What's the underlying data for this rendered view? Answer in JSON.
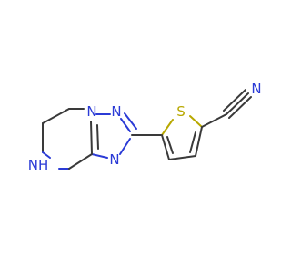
{
  "molecule": {
    "atoms": {
      "s1": {
        "label": "S",
        "color": "#b8a800"
      },
      "n_nitrile": {
        "label": "N",
        "color": "#2b3bd6"
      },
      "n_top": {
        "label": "N",
        "color": "#2b3bd6"
      },
      "n_bridge": {
        "label": "N",
        "color": "#2b3bd6"
      },
      "n_bottom": {
        "label": "N",
        "color": "#2b3bd6"
      },
      "nh": {
        "label": "NH",
        "color": "#2b3bd6"
      }
    },
    "colors": {
      "bond": "#3a3a3a",
      "nitrogen": "#2b3bd6",
      "sulfur": "#b8a800",
      "background": "#ffffff"
    }
  }
}
